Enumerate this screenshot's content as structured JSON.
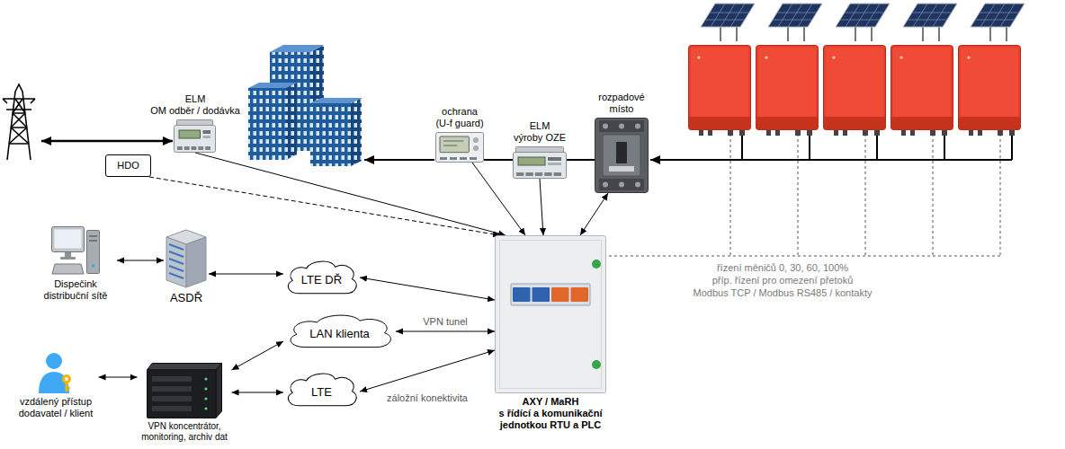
{
  "diagram": {
    "nodes": [
      {
        "text": [
          "ELM",
          "OM odběr / dodávka"
        ]
      },
      {
        "text": [
          "HDO"
        ]
      },
      {
        "text": [
          "ochrana",
          "(U-f guard)"
        ]
      },
      {
        "text": [
          "ELM",
          "výroby OZE"
        ]
      },
      {
        "text": [
          "rozpadové místo"
        ]
      },
      {
        "text": [
          "Dispečink distribuční sítě"
        ]
      },
      {
        "text": [
          "ASDŘ"
        ]
      },
      {
        "text": [
          "LTE DŘ"
        ]
      },
      {
        "text": [
          "LAN klienta"
        ]
      },
      {
        "text": [
          "AXY / MaRH",
          "s řídící a komunikační jednotkou RTU a PLC"
        ]
      },
      {
        "text": [
          "vzdálený přístup dodavatel / klient"
        ]
      },
      {
        "text": [
          "VPN koncentrátor, monitoring, archiv dat"
        ]
      },
      {
        "text": [
          "LTE"
        ]
      }
    ],
    "edges": [
      {
        "from": 1,
        "to": 9,
        "arrow": "to"
      },
      {
        "from": 0,
        "to": 9,
        "arrow": "to"
      },
      {
        "from": 2,
        "to": 9,
        "arrow": "to"
      },
      {
        "from": 3,
        "to": 9,
        "arrow": "to"
      },
      {
        "from": 4,
        "to": 9,
        "arrow": "both"
      },
      {
        "from": 4,
        "to": 3,
        "arrow": "none"
      },
      {
        "from": 3,
        "to": 2,
        "arrow": "none"
      },
      {
        "from": 5,
        "to": 6,
        "arrow": "both"
      },
      {
        "from": 6,
        "to": 7,
        "arrow": "both"
      },
      {
        "from": 7,
        "to": 9,
        "arrow": "both"
      },
      {
        "from": 8,
        "to": 9,
        "label": "VPN tunel",
        "arrow": "both"
      },
      {
        "from": 12,
        "to": 9,
        "label": "záložní konektivita",
        "arrow": "both"
      },
      {
        "from": 10,
        "to": 11,
        "arrow": "both"
      },
      {
        "from": 11,
        "to": 8,
        "arrow": "both"
      },
      {
        "from": 11,
        "to": 12,
        "arrow": "both"
      }
    ],
    "labels": [
      "řízení měničů 0, 30, 60, 100%",
      "příp. řízení pro omezení přetoků",
      "Modbus TCP / Modbus RS485 / kontakty"
    ]
  }
}
